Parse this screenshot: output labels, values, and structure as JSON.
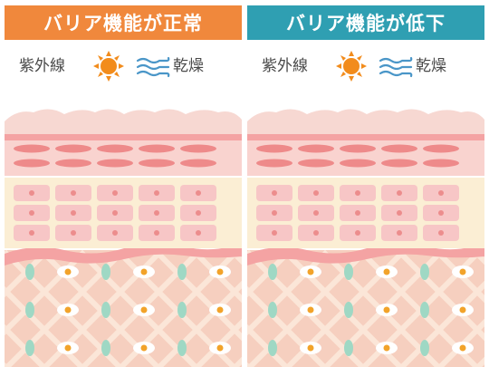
{
  "colors": {
    "normal_banner": "#f0883c",
    "impaired_banner": "#2f9fb2",
    "sun": "#f28c1c",
    "wind": "#4a96c8",
    "skin_top": "#f7d8d2",
    "horny_band": "#f4a3a3",
    "cell_oval": "#ee8a8a",
    "cream_layer": "#fbeed4",
    "cell": "#f7c6c6",
    "nucleus": "#ec8d8d",
    "dermis": "#f6cfbf",
    "fiber": "#fbe6d8",
    "mint": "#9fd8c4",
    "eye_dot": "#f2a32a"
  },
  "panels": [
    {
      "title": "バリア機能が正常",
      "accent": "#f0883c",
      "factor_left": "紫外線",
      "factor_right": "乾燥",
      "icons": [
        "sun-icon",
        "wind-icon"
      ]
    },
    {
      "title": "バリア機能が低下",
      "accent": "#2f9fb2",
      "factor_left": "紫外線",
      "factor_right": "乾燥",
      "icons": [
        "sun-icon",
        "wind-icon"
      ]
    }
  ]
}
